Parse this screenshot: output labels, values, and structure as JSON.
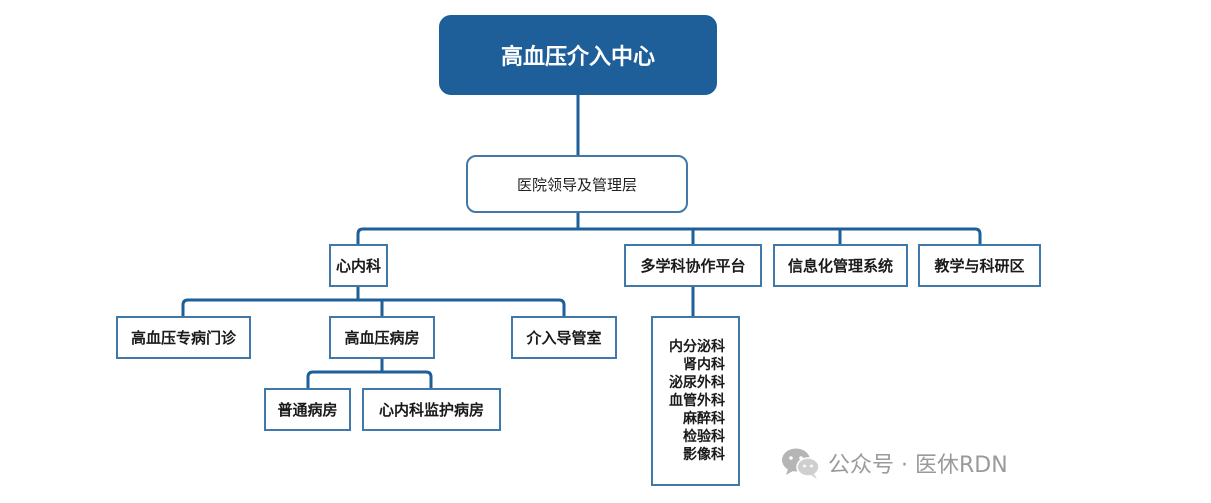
{
  "root": {
    "label": "高血压介入中心"
  },
  "management": {
    "label": "医院领导及管理层"
  },
  "level2": {
    "cardiology": "心内科",
    "mdt": "多学科协作平台",
    "info": "信息化管理系统",
    "research": "教学与科研区"
  },
  "cardiology_children": {
    "clinic": "高血压专病门诊",
    "ward": "高血压病房",
    "cathlab": "介入导管室"
  },
  "ward_children": {
    "general": "普通病房",
    "monitor": "心内科监护病房"
  },
  "mdt_departments": [
    "内分泌科",
    "肾内科",
    "泌尿外科",
    "血管外科",
    "麻醉科",
    "检验科",
    "影像科"
  ],
  "watermark": {
    "text": "公众号 · 医休RDN",
    "icon": "wechat-icon"
  },
  "colors": {
    "primary": "#1e5f9a",
    "border": "#3f78a9",
    "line": "#1e5f9a"
  }
}
